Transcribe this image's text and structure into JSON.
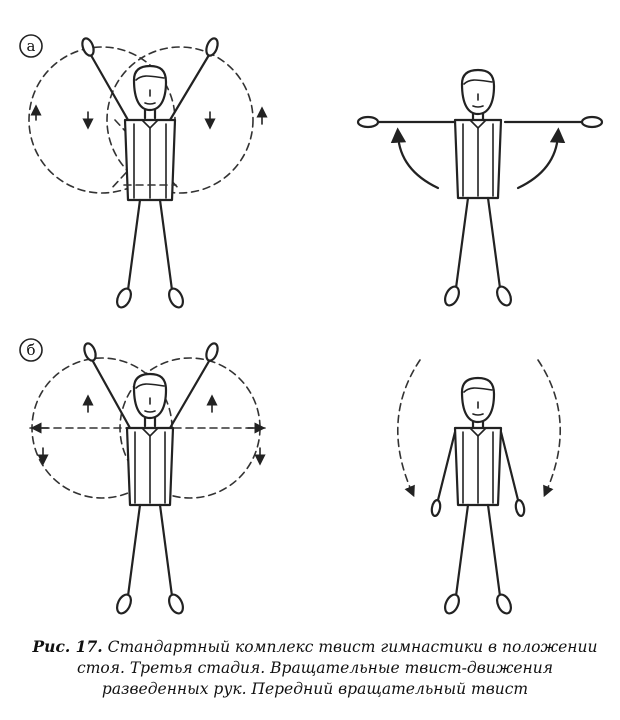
{
  "labels": {
    "row_a": "а",
    "row_b": "б"
  },
  "caption": {
    "prefix": "Рис. 17.",
    "line1": "Стандартный комплекс твист гимнастики в положении",
    "line2": "стоя. Третья стадия. Вращательные твист-движения",
    "line3": "разведенных рук. Передний вращательный твист"
  }
}
